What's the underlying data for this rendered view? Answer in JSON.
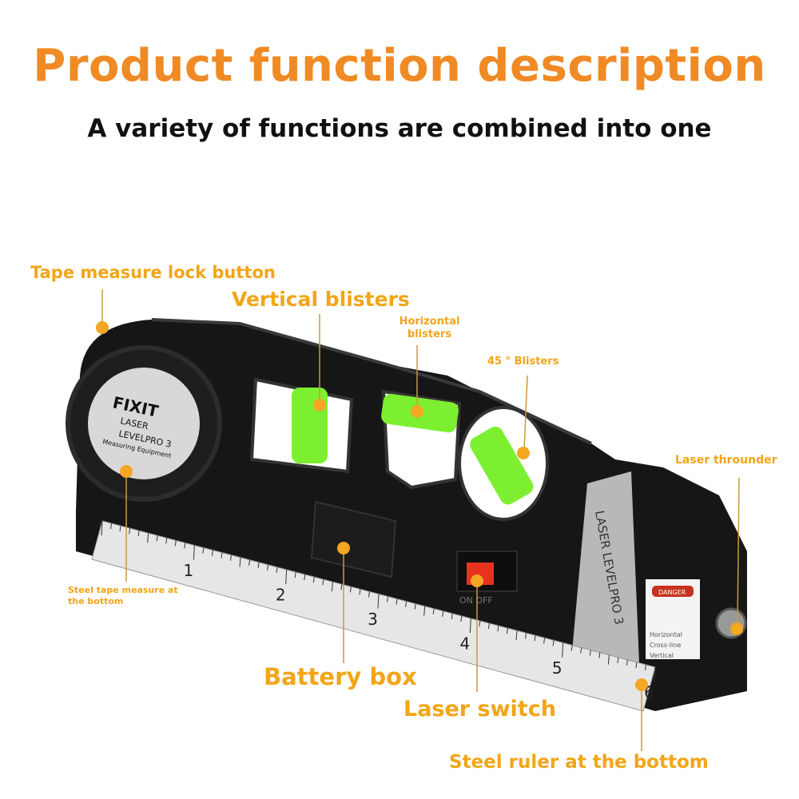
{
  "header": {
    "title": "Product function description",
    "subtitle": "A variety of functions are combined into one"
  },
  "labels": {
    "tape_lock": "Tape measure lock button",
    "vertical_blisters": "Vertical blisters",
    "horizontal_blisters_1": "Horizontal",
    "horizontal_blisters_2": "blisters",
    "blisters_45": "45 ° Blisters",
    "laser_throunder": "Laser throunder",
    "steel_tape_1": "Steel tape measure at",
    "steel_tape_2": "the bottom",
    "battery_box": "Battery box",
    "laser_switch": "Laser switch",
    "steel_ruler": "Steel ruler at the bottom"
  },
  "product": {
    "brand": "FIXIT",
    "line1": "LASER",
    "line2": "LEVELPRO 3",
    "line3": "Measuring Equipment",
    "side_label": "LASER LEVELPRO 3",
    "switch_text": "ON  OFF",
    "warning": "DANGER",
    "modes": [
      "Horizontal",
      "Cross-line",
      "Vertical"
    ],
    "ruler_numbers": [
      "1",
      "2",
      "3",
      "4",
      "5",
      "6"
    ]
  },
  "colors": {
    "title": "#F08A24",
    "label": "#F2A516",
    "marker": "#F5A623",
    "body": "#151515",
    "bubble": "#7CF030"
  }
}
